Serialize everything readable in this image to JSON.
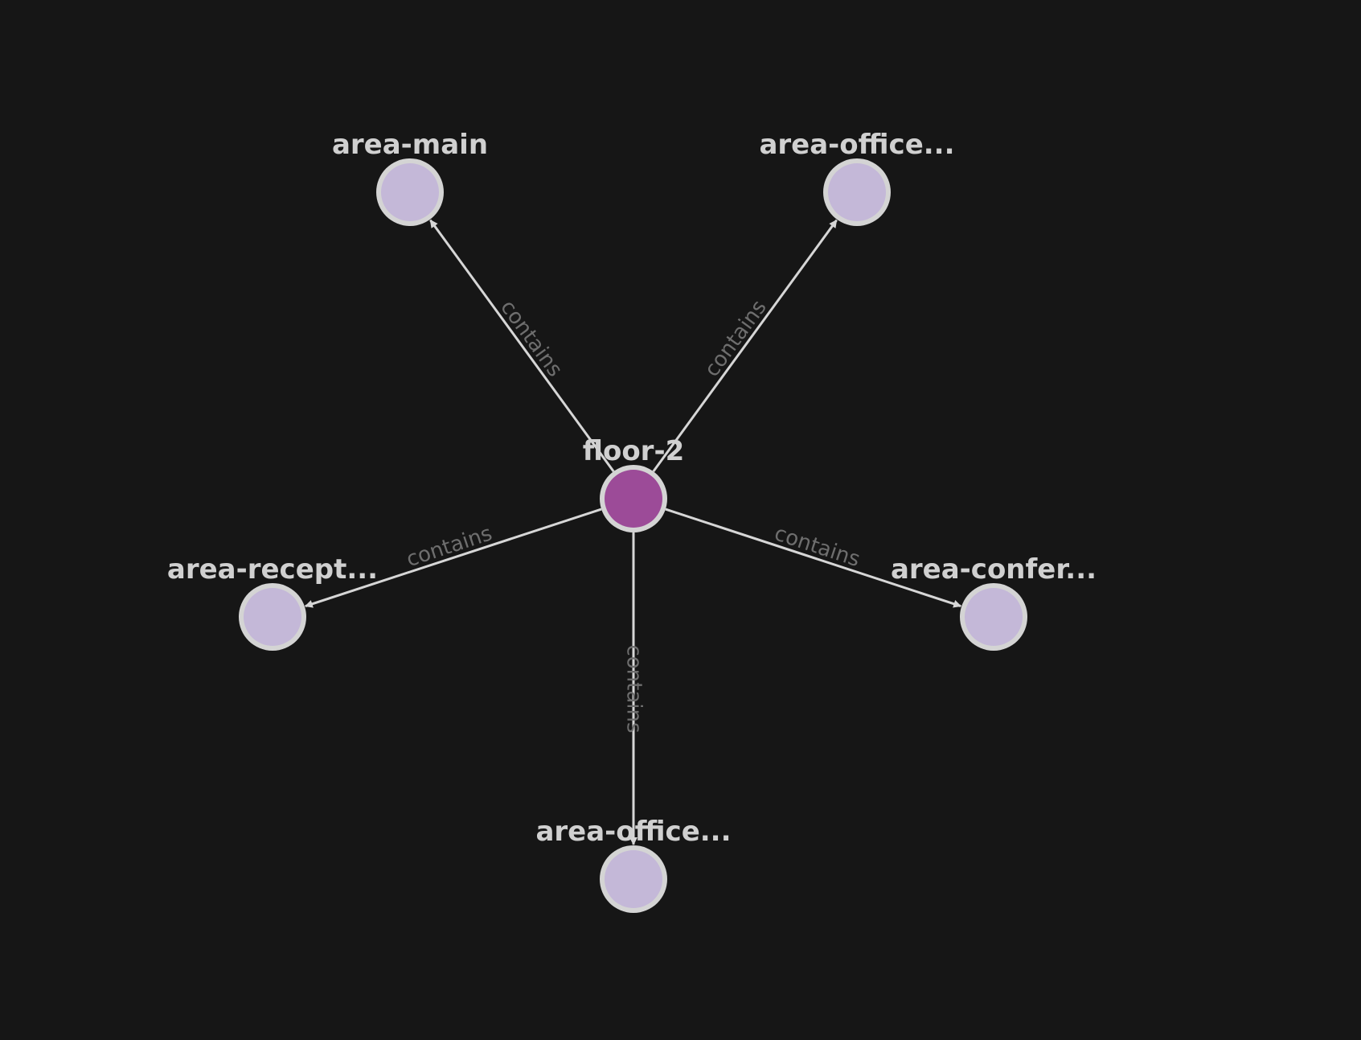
{
  "graph": {
    "background_color": "#161616",
    "edge_color": "#d6d6d6",
    "edge_label_color": "#6e6e6e",
    "node_label_color": "#d0d0d0",
    "node_border_color": "#d4d4d4",
    "center_node": {
      "id": "floor-2",
      "label": "floor-2",
      "fill": "#9c4b98"
    },
    "child_nodes": [
      {
        "id": "area-main",
        "label": "area-main",
        "fill": "#c4b8d8"
      },
      {
        "id": "area-office-1",
        "label": "area-office...",
        "fill": "#c4b8d8"
      },
      {
        "id": "area-reception",
        "label": "area-recept...",
        "fill": "#c4b8d8"
      },
      {
        "id": "area-conference",
        "label": "area-confer...",
        "fill": "#c4b8d8"
      },
      {
        "id": "area-office-2",
        "label": "area-office...",
        "fill": "#c4b8d8"
      }
    ],
    "edges": [
      {
        "from": "floor-2",
        "to": "area-main",
        "label": "contains"
      },
      {
        "from": "floor-2",
        "to": "area-office-1",
        "label": "contains"
      },
      {
        "from": "floor-2",
        "to": "area-reception",
        "label": "contains"
      },
      {
        "from": "floor-2",
        "to": "area-conference",
        "label": "contains"
      },
      {
        "from": "floor-2",
        "to": "area-office-2",
        "label": "contains"
      }
    ]
  }
}
